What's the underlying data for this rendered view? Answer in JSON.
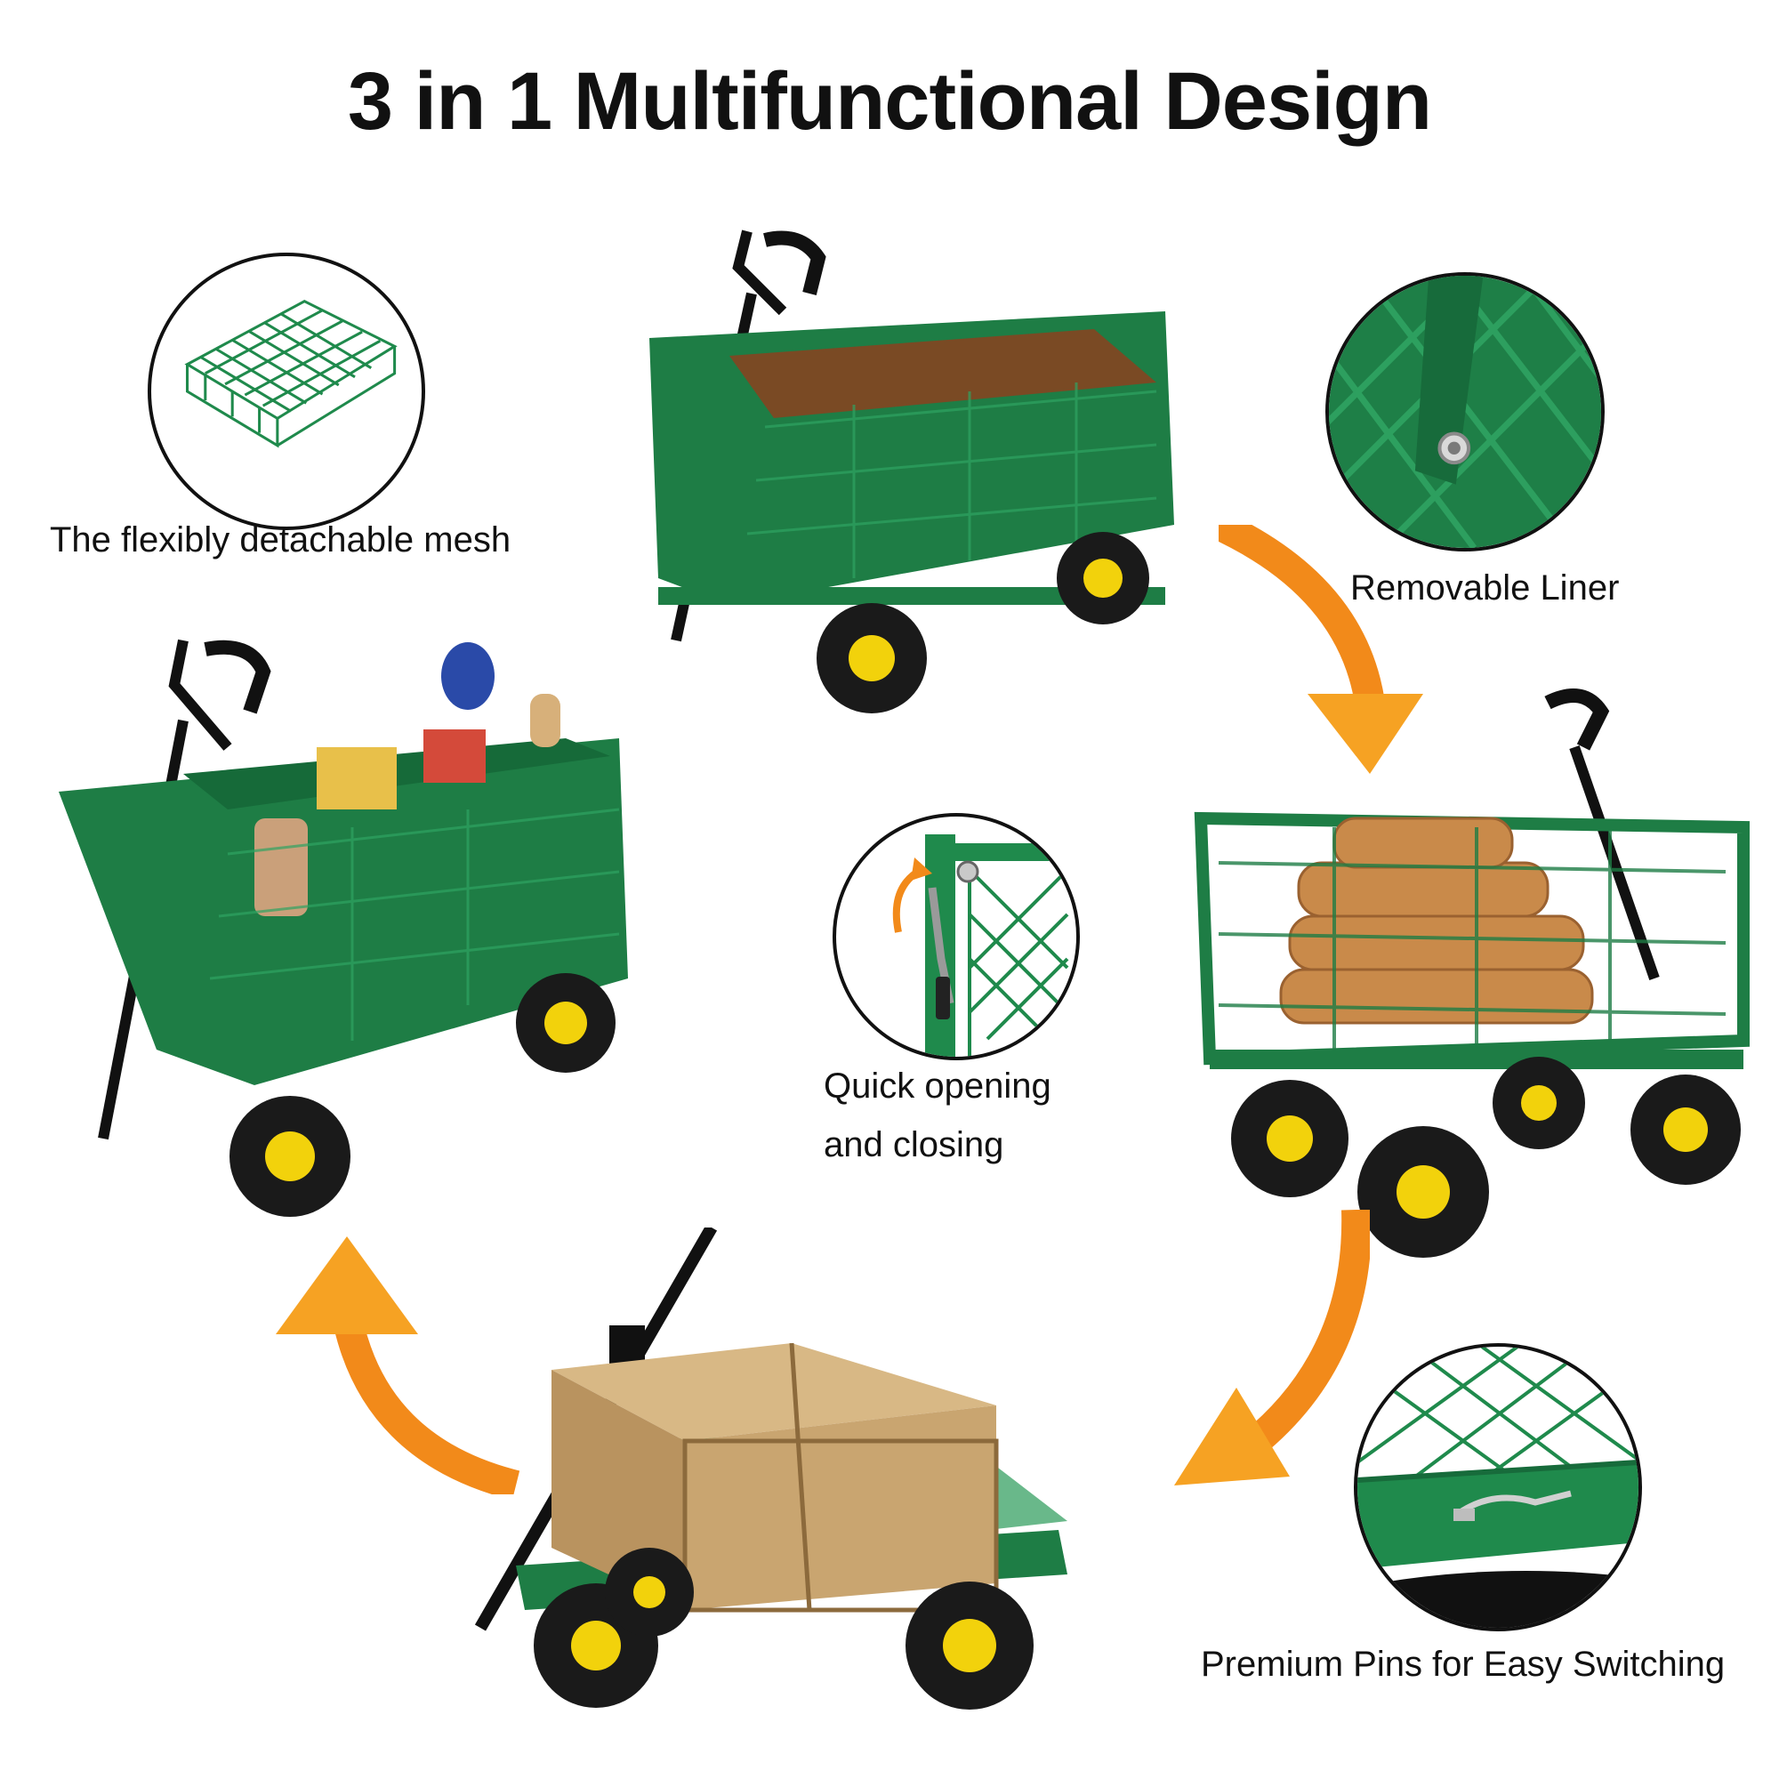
{
  "title": "3 in 1 Multifunctional Design",
  "captions": {
    "mesh": "The flexibly detachable mesh",
    "liner": "Removable Liner",
    "quick_line1": "Quick opening",
    "quick_line2": "and closing",
    "pins": "Premium Pins for Easy Switching"
  },
  "colors": {
    "cart_green": "#1f8a4c",
    "wheel_yellow": "#f2d20c",
    "arrow_orange": "#f28a1a"
  }
}
